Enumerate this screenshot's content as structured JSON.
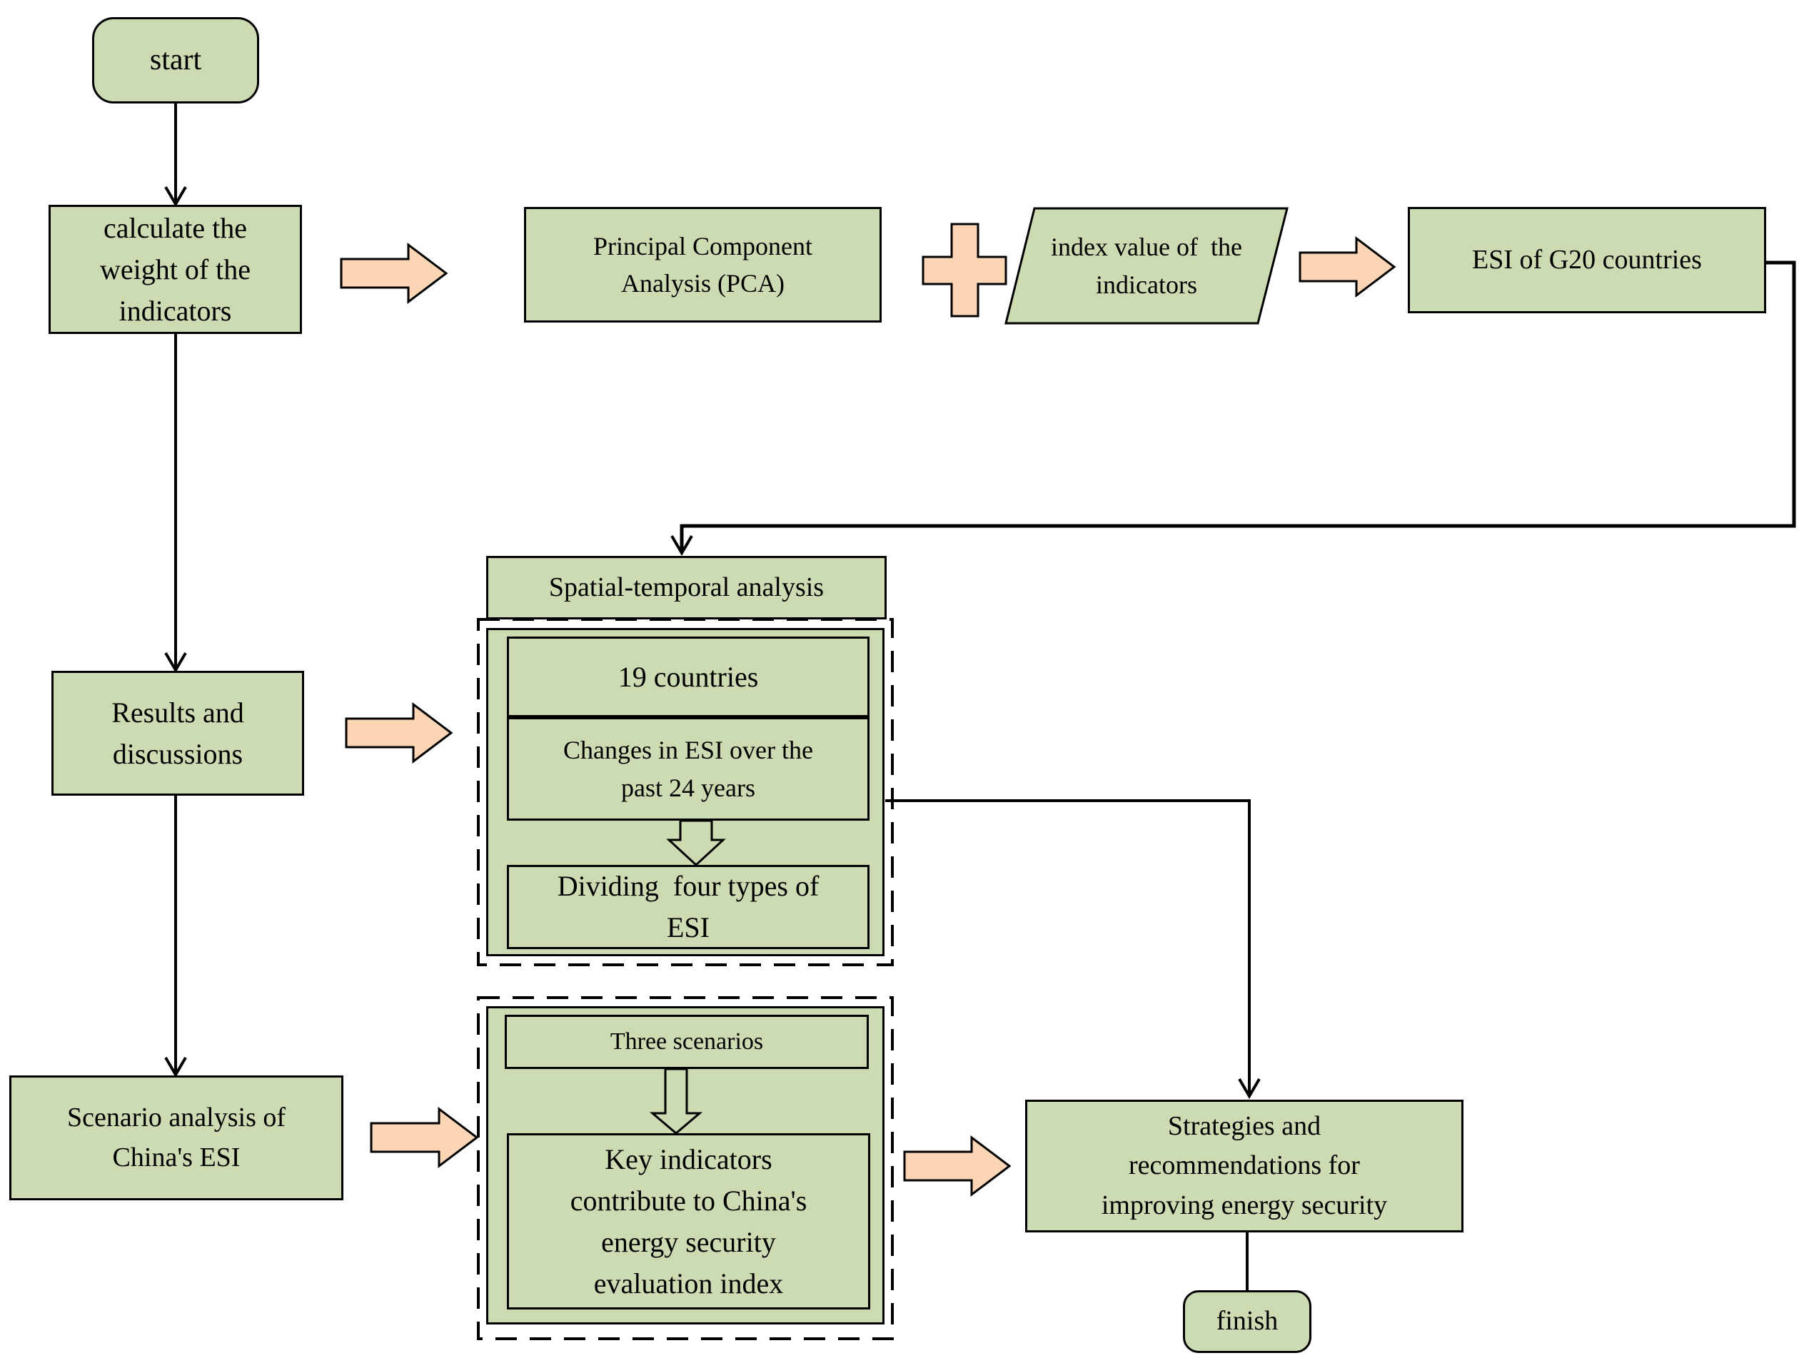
{
  "flowchart": {
    "nodes": {
      "start": "start",
      "calculate_weight": "calculate the\nweight of the\nindicators",
      "pca": "Principal Component\nAnalysis (PCA)",
      "index_value": "index value of  the\nindicators",
      "esi_g20": "ESI of G20 countries",
      "spatial_temporal": "Spatial-temporal analysis",
      "countries": "19 countries",
      "changes": "Changes in ESI over the\npast 24 years",
      "dividing": "Dividing  four types of\nESI",
      "results": "Results and\ndiscussions",
      "scenario_analysis": "Scenario analysis of\nChina's ESI",
      "three_scenarios": "Three scenarios",
      "key_indicators": "Key indicators\ncontribute to China's\nenergy security\nevaluation index",
      "strategies": "Strategies and\nrecommendations for\nimproving energy security",
      "finish": "finish"
    },
    "colors": {
      "node_fill": "#cddbb3",
      "node_border": "#000000",
      "flow_arrow_fill": "#fcd5b4",
      "connector": "#000000"
    }
  }
}
